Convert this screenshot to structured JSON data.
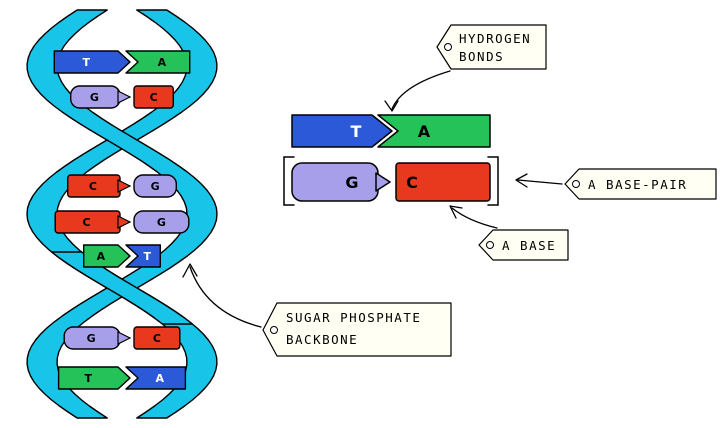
{
  "colors": {
    "backbone": "#18C5E8",
    "blue": "#2B59D8",
    "green": "#25C159",
    "purple": "#A79FEA",
    "red": "#E8391F",
    "outline": "#000000",
    "tag_fill": "#FFFFF4"
  },
  "helix_pairs": [
    {
      "style": "ta",
      "left": {
        "base": "T",
        "color": "blue"
      },
      "right": {
        "base": "A",
        "color": "green"
      }
    },
    {
      "style": "gc",
      "left": {
        "base": "G",
        "color": "purple"
      },
      "right": {
        "base": "C",
        "color": "red"
      }
    },
    {
      "style": "gc",
      "left": {
        "base": "C",
        "color": "red"
      },
      "right": {
        "base": "G",
        "color": "purple"
      }
    },
    {
      "style": "gc",
      "left": {
        "base": "C",
        "color": "red"
      },
      "right": {
        "base": "G",
        "color": "purple"
      }
    },
    {
      "style": "ta",
      "left": {
        "base": "A",
        "color": "green"
      },
      "right": {
        "base": "T",
        "color": "blue"
      }
    },
    {
      "style": "gc",
      "left": {
        "base": "G",
        "color": "purple"
      },
      "right": {
        "base": "C",
        "color": "red"
      }
    },
    {
      "style": "ta",
      "left": {
        "base": "T",
        "color": "green"
      },
      "right": {
        "base": "A",
        "color": "blue"
      }
    }
  ],
  "inset": {
    "top_pair": {
      "left": {
        "base": "T",
        "color": "blue"
      },
      "right": {
        "base": "A",
        "color": "green"
      }
    },
    "bottom_pair": {
      "left": {
        "base": "G",
        "color": "purple"
      },
      "right": {
        "base": "C",
        "color": "red"
      }
    }
  },
  "labels": {
    "hydrogen_bonds": [
      "HYDROGEN",
      "BONDS"
    ],
    "base_pair": [
      "A BASE-PAIR"
    ],
    "base": [
      "A BASE"
    ],
    "backbone": [
      "SUGAR PHOSPHATE",
      "BACKBONE"
    ]
  }
}
